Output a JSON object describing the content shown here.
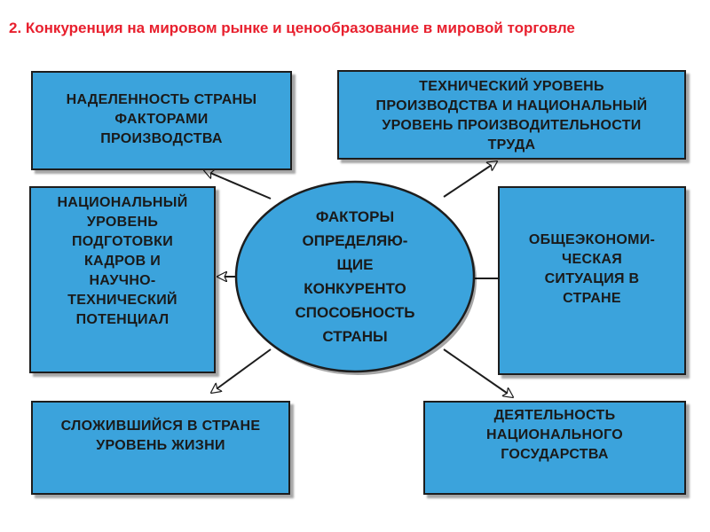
{
  "title": "2. Конкуренция на мировом рынке и ценообразование в мировой торговле",
  "center": "ФАКТОРЫ\nОПРЕДЕЛЯЮ-\nЩИЕ\nКОНКУРЕНТО\nСПОСОБНОСТЬ\nСТРАНЫ",
  "boxes": {
    "endowment": "НАДЕЛЕННОСТЬ СТРАНЫ\nФАКТОРАМИ\nПРОИЗВОДСТВА",
    "technical": "ТЕХНИЧЕСКИЙ УРОВЕНЬ\nПРОИЗВОДСТВА И НАЦИОНАЛЬНЫЙ\nУРОВЕНЬ  ПРОИЗВОДИТЕЛЬНОСТИ\nТРУДА",
    "training": "НАЦИОНАЛЬНЫЙ\nУРОВЕНЬ\nПОДГОТОВКИ\nКАДРОВ И\nНАУЧНО-\nТЕХНИЧЕСКИЙ\nПОТЕНЦИАЛ",
    "economic": "ОБЩЕЭКОНОМИ-\nЧЕСКАЯ\nСИТУАЦИЯ В\nСТРАНЕ",
    "living": "СЛОЖИВШИЙСЯ В СТРАНЕ\nУРОВЕНЬ ЖИЗНИ",
    "state": "ДЕЯТЕЛЬНОСТЬ\nНАЦИОНАЛЬНОГО\nГОСУДАРСТВА"
  },
  "colors": {
    "box_fill": "#3ba3dc",
    "title": "#e8202e",
    "outline": "#1d1d1d"
  }
}
